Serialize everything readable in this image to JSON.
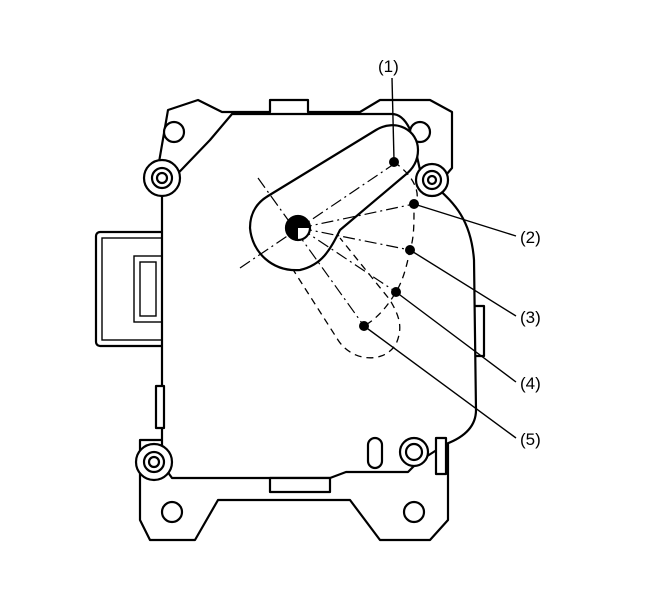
{
  "callouts": [
    {
      "label": "(1)"
    },
    {
      "label": "(2)"
    },
    {
      "label": "(3)"
    },
    {
      "label": "(4)"
    },
    {
      "label": "(5)"
    }
  ],
  "colors": {
    "line": "#000000",
    "background": "#ffffff"
  }
}
